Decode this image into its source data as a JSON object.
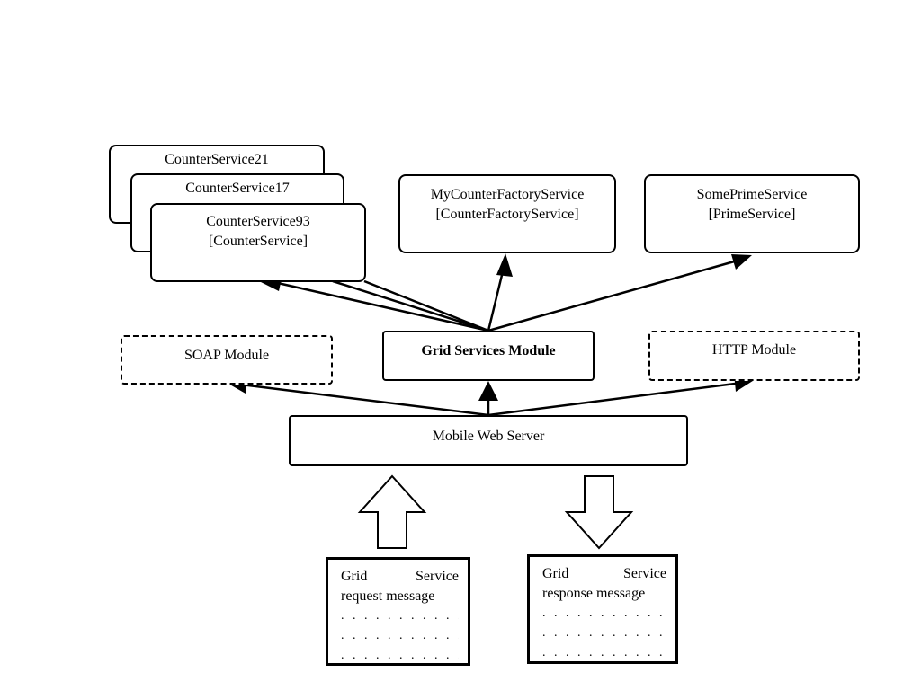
{
  "services": {
    "counter21": "CounterService21",
    "counter17": "CounterService17",
    "counter93": "CounterService93",
    "counter93_type": "[CounterService]",
    "factory": "MyCounterFactoryService",
    "factory_type": "[CounterFactoryService]",
    "prime": "SomePrimeService",
    "prime_type": "[PrimeService]"
  },
  "modules": {
    "soap": "SOAP Module",
    "grid": "Grid Services Module",
    "http": "HTTP Module"
  },
  "server": "Mobile Web Server",
  "request": {
    "word1": "Grid",
    "word2": "Service",
    "line2": "request message",
    "dots": ". . . . . . . . . . . . ."
  },
  "response": {
    "word1": "Grid",
    "word2": "Service",
    "line2": "response message",
    "dots": ". . . . . . . . . . . . ."
  }
}
